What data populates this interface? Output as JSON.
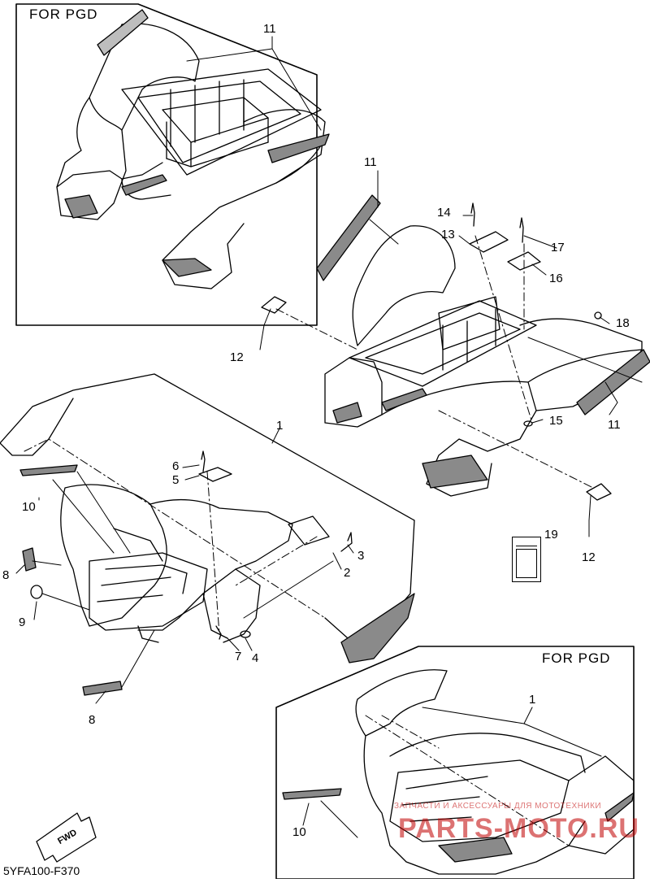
{
  "insets": [
    {
      "id": "top-left-inset",
      "label": "FOR PGD"
    },
    {
      "id": "bottom-right-inset",
      "label": "FOR PGD"
    }
  ],
  "callouts": {
    "c11a": "11",
    "c11b": "11",
    "c11c": "11",
    "c12a": "12",
    "c12b": "12",
    "c13": "13",
    "c14": "14",
    "c15": "15",
    "c16": "16",
    "c17": "17",
    "c18": "18",
    "c19": "19",
    "c1a": "1",
    "c1b": "1",
    "c2": "2",
    "c3": "3",
    "c4": "4",
    "c5": "5",
    "c6": "6",
    "c7": "7",
    "c8a": "8",
    "c8b": "8",
    "c9": "9",
    "c10a": "10",
    "c10b": "10"
  },
  "fwd_arrow": {
    "label": "FWD",
    "icon": "fwd-arrow-icon"
  },
  "drawing_code": "5YFA100-F370",
  "watermark": {
    "line1": "ЗАПЧАСТИ И АКСЕССУАРЫ ДЛЯ МОТОТЕХНИКИ",
    "line2": "PARTS-MOTO.RU",
    "color": "#c00000"
  },
  "colors": {
    "ink": "#000000",
    "paper": "#ffffff",
    "decal_gray": "#8a8a8a"
  }
}
